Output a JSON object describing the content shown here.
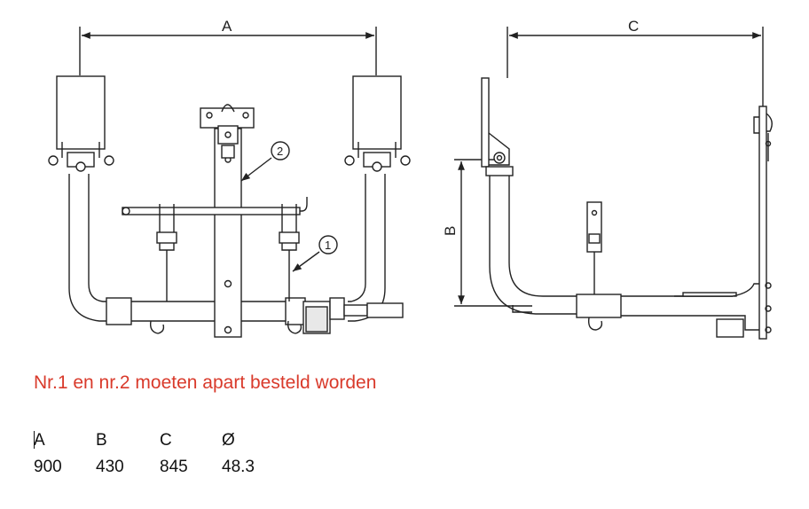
{
  "drawing": {
    "dimension_labels": {
      "front_width": "A",
      "side_height": "B",
      "side_depth": "C"
    },
    "callouts": [
      "1",
      "2"
    ]
  },
  "note": "Nr.1 en nr.2 moeten apart besteld worden",
  "dimensions_table": {
    "headers": [
      "A",
      "B",
      "C",
      "Ø"
    ],
    "values": [
      "900",
      "430",
      "845",
      "48.3"
    ]
  }
}
